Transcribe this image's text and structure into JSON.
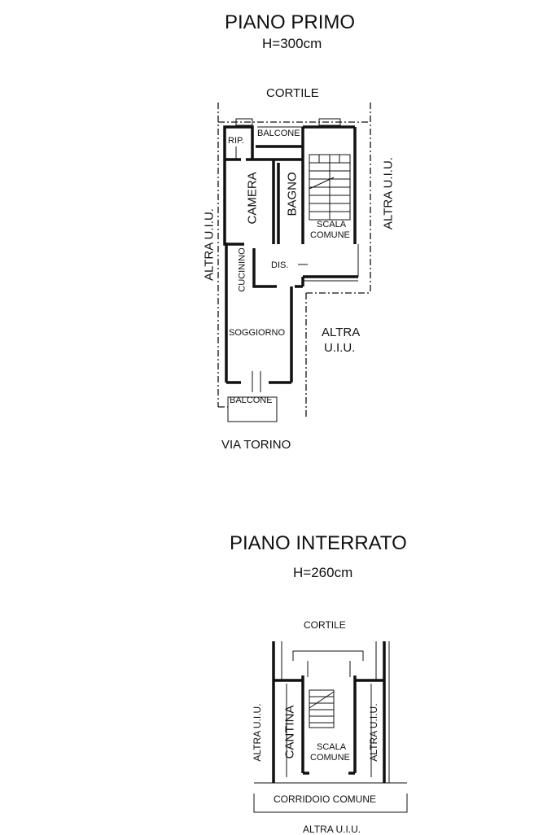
{
  "first_floor": {
    "title": "PIANO PRIMO",
    "height": "H=300cm",
    "labels": {
      "courtyard": "CORTILE",
      "storage": "RIP.",
      "balcony_top": "BALCONE",
      "bedroom": "CAMERA",
      "bathroom": "BAGNO",
      "stair_line1": "SCALA",
      "stair_line2": "COMUNE",
      "other_unit_left": "ALTRA U.I.U.",
      "other_unit_right": "ALTRA U.I.U.",
      "kitchenette": "CUCININO",
      "hallway": "DIS.",
      "living_room": "SOGGIORNO",
      "other_unit_center_line1": "ALTRA",
      "other_unit_center_line2": "U.I.U.",
      "balcony_bottom": "BALCONE",
      "street": "VIA TORINO"
    }
  },
  "basement": {
    "title": "PIANO INTERRATO",
    "height": "H=260cm",
    "labels": {
      "courtyard": "CORTILE",
      "cellar": "CANTINA",
      "stair_line1": "SCALA",
      "stair_line2": "COMUNE",
      "other_unit_left": "ALTRA U.I.U.",
      "other_unit_right": "ALTRA U.I.U.",
      "corridor": "CORRIDOIO COMUNE",
      "other_unit_bottom": "ALTRA U.I.U."
    }
  }
}
